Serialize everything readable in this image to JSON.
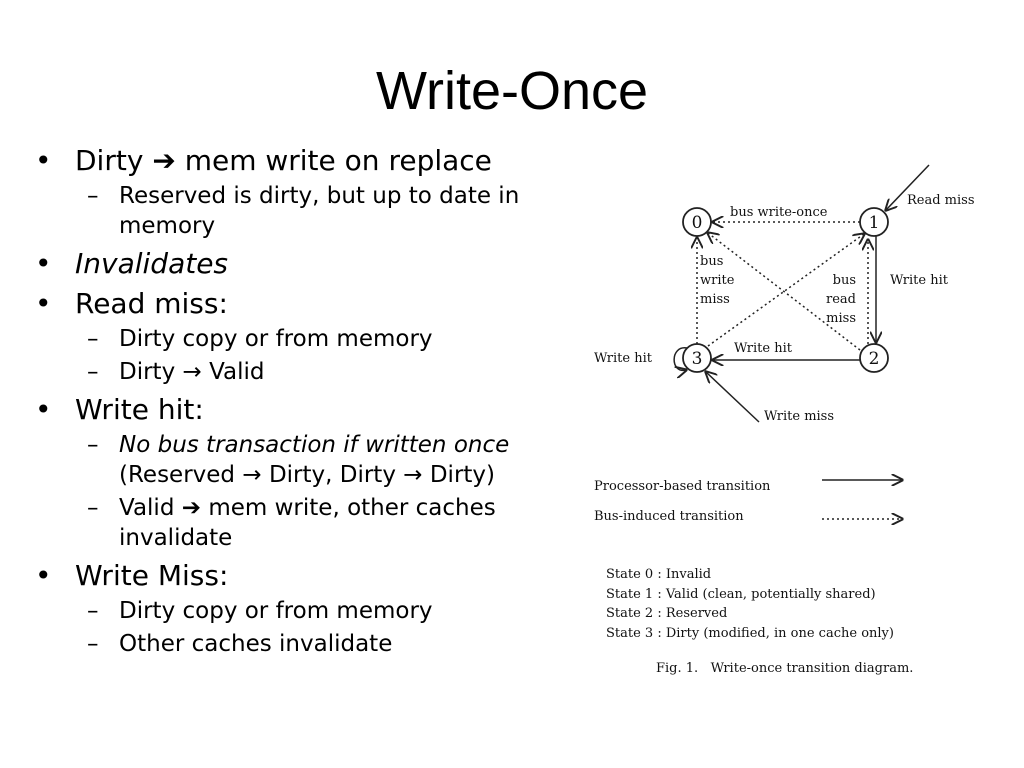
{
  "slide": {
    "title": "Write-Once",
    "arrow_glyph": "➔",
    "small_arrow": "→",
    "bullets": {
      "b1": "Dirty",
      "b1_rest": "mem write on replace",
      "b1_s1": "Reserved is dirty, but up to date in memory",
      "b2": "Invalidates",
      "b3": "Read miss:",
      "b3_s1": "Dirty copy or from memory",
      "b3_s2a": "Dirty",
      "b3_s2b": "Valid",
      "b4": "Write hit:",
      "b4_s1_italic": "No bus transaction if written once",
      "b4_s1_a": "(Reserved",
      "b4_s1_b": "Dirty, Dirty",
      "b4_s1_c": "Dirty)",
      "b4_s2a": "Valid",
      "b4_s2b": "mem write, other caches invalidate",
      "b5": "Write Miss:",
      "b5_s1": "Dirty copy or from memory",
      "b5_s2": "Other caches invalidate"
    }
  },
  "diagram": {
    "states": [
      "0",
      "1",
      "2",
      "3"
    ],
    "labels": {
      "bus_write_once": "bus write-once",
      "read_miss": "Read miss",
      "write_hit_right": "Write hit",
      "bus_write_miss": [
        "bus",
        "write",
        "miss"
      ],
      "bus_read_miss": [
        "bus",
        "read",
        "miss"
      ],
      "write_hit_bottom": "Write hit",
      "write_hit_left": "Write hit",
      "write_miss": "Write miss"
    },
    "legend": {
      "processor": "Processor-based transition",
      "bus": "Bus-induced transition"
    },
    "state_descriptions": [
      "State 0 : Invalid",
      "State 1 : Valid (clean, potentially shared)",
      "State 2 : Reserved",
      "State 3 : Dirty (modified, in one cache only)"
    ],
    "caption": "Fig. 1.   Write-once transition diagram."
  }
}
